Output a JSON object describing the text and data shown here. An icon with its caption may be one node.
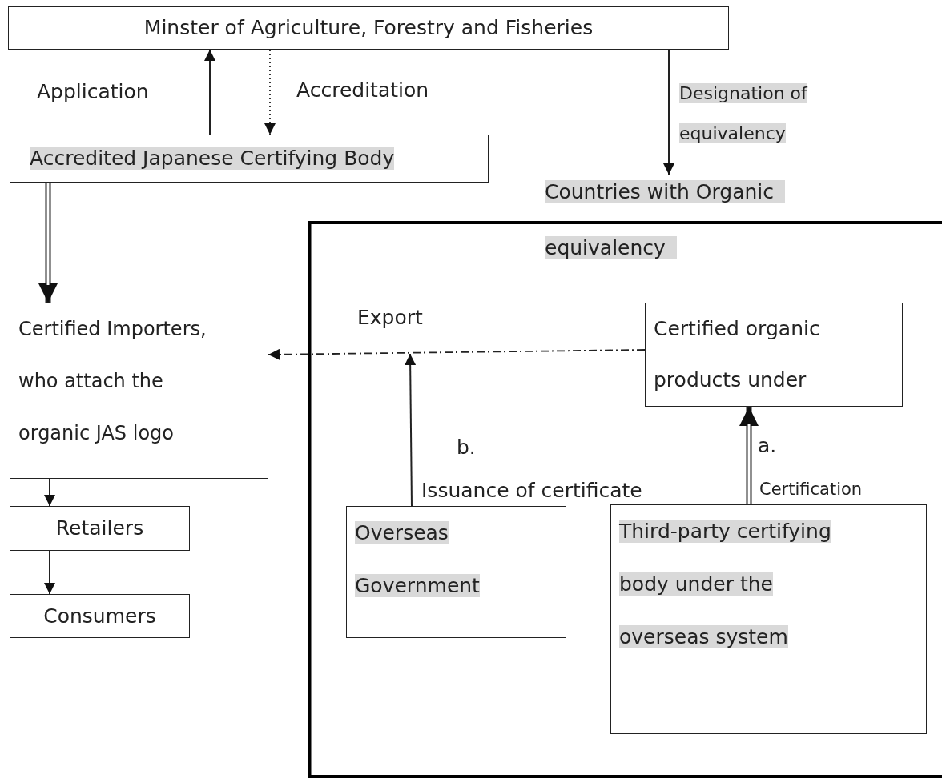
{
  "diagram": {
    "nodes": [
      {
        "text": [
          "Minster of Agriculture, Forestry and Fisheries"
        ]
      },
      {
        "text": [
          "Accredited Japanese Certifying Body"
        ]
      },
      {
        "text": [
          "Countries with Organic equivalency"
        ]
      },
      {
        "text": [
          "Certified Importers, who attach the organic JAS logo"
        ]
      },
      {
        "text": [
          "Retailers"
        ]
      },
      {
        "text": [
          "Consumers"
        ]
      },
      {
        "text": [
          "Certified organic products under"
        ],
        "in": 2
      },
      {
        "text": [
          "Overseas Government"
        ],
        "in": 2
      },
      {
        "text": [
          "Third-party certifying body under the overseas system"
        ],
        "in": 2
      }
    ],
    "edges": [
      {
        "from": 1,
        "to": 0,
        "arrow": "to",
        "label": "Application"
      },
      {
        "from": 0,
        "to": 1,
        "arrow": "to",
        "label": "Accreditation",
        "style": "dashed"
      },
      {
        "from": 0,
        "to": 2,
        "arrow": "to",
        "label": "Designation of equivalency"
      },
      {
        "from": 1,
        "to": 3,
        "arrow": "to",
        "style": "thick"
      },
      {
        "from": 3,
        "to": 4,
        "arrow": "to"
      },
      {
        "from": 4,
        "to": 5,
        "arrow": "to"
      },
      {
        "from": 6,
        "to": 3,
        "arrow": "to",
        "label": "Export",
        "style": "dashed"
      },
      {
        "from": 7,
        "to": null,
        "arrow": "to"
      },
      {
        "from": 8,
        "to": 6,
        "arrow": "to",
        "style": "thick"
      }
    ],
    "labels": [
      "b.",
      "Issuance of certificate",
      "a.",
      "Certification"
    ]
  }
}
